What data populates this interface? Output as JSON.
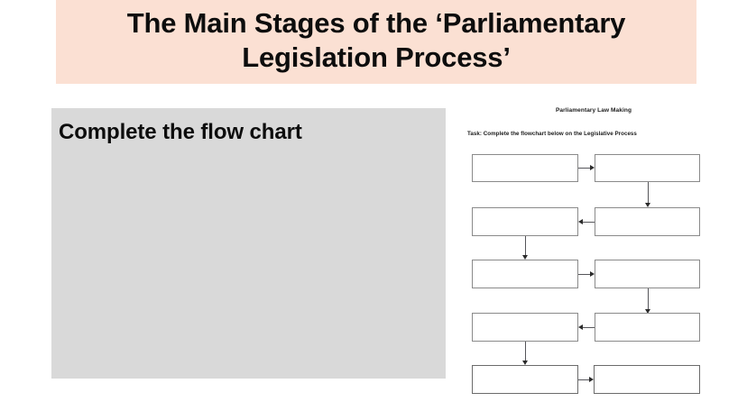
{
  "slide": {
    "title": "The Main Stages of the ‘Parliamentary Legislation Process’",
    "title_band_color": "#FBE0D3",
    "background_color": "#FFFFFF"
  },
  "content_panel": {
    "heading": "Complete the flow chart",
    "panel_color": "#D9D9D9"
  },
  "worksheet": {
    "heading": "Parliamentary Law Making",
    "task": "Task: Complete the flowchart below on the Legislative Process",
    "flowchart": {
      "rows": 5,
      "columns": 2,
      "boxes_total": 10,
      "boxes": [
        {
          "row": 1,
          "column": "left",
          "label": ""
        },
        {
          "row": 1,
          "column": "right",
          "label": ""
        },
        {
          "row": 2,
          "column": "left",
          "label": ""
        },
        {
          "row": 2,
          "column": "right",
          "label": ""
        },
        {
          "row": 3,
          "column": "left",
          "label": ""
        },
        {
          "row": 3,
          "column": "right",
          "label": ""
        },
        {
          "row": 4,
          "column": "left",
          "label": ""
        },
        {
          "row": 4,
          "column": "right",
          "label": ""
        },
        {
          "row": 5,
          "column": "left",
          "label": ""
        },
        {
          "row": 5,
          "column": "right",
          "label": ""
        }
      ],
      "connectors": [
        {
          "from": "r1-left",
          "to": "r1-right",
          "direction": "right"
        },
        {
          "from": "r1-right",
          "to": "r2-right",
          "direction": "down"
        },
        {
          "from": "r2-right",
          "to": "r2-left",
          "direction": "left"
        },
        {
          "from": "r2-left",
          "to": "r3-left",
          "direction": "down"
        },
        {
          "from": "r3-left",
          "to": "r3-right",
          "direction": "right"
        },
        {
          "from": "r3-right",
          "to": "r4-right",
          "direction": "down"
        },
        {
          "from": "r4-right",
          "to": "r4-left",
          "direction": "left"
        },
        {
          "from": "r4-left",
          "to": "r5-left",
          "direction": "down"
        },
        {
          "from": "r5-left",
          "to": "r5-right",
          "direction": "right"
        }
      ]
    }
  }
}
